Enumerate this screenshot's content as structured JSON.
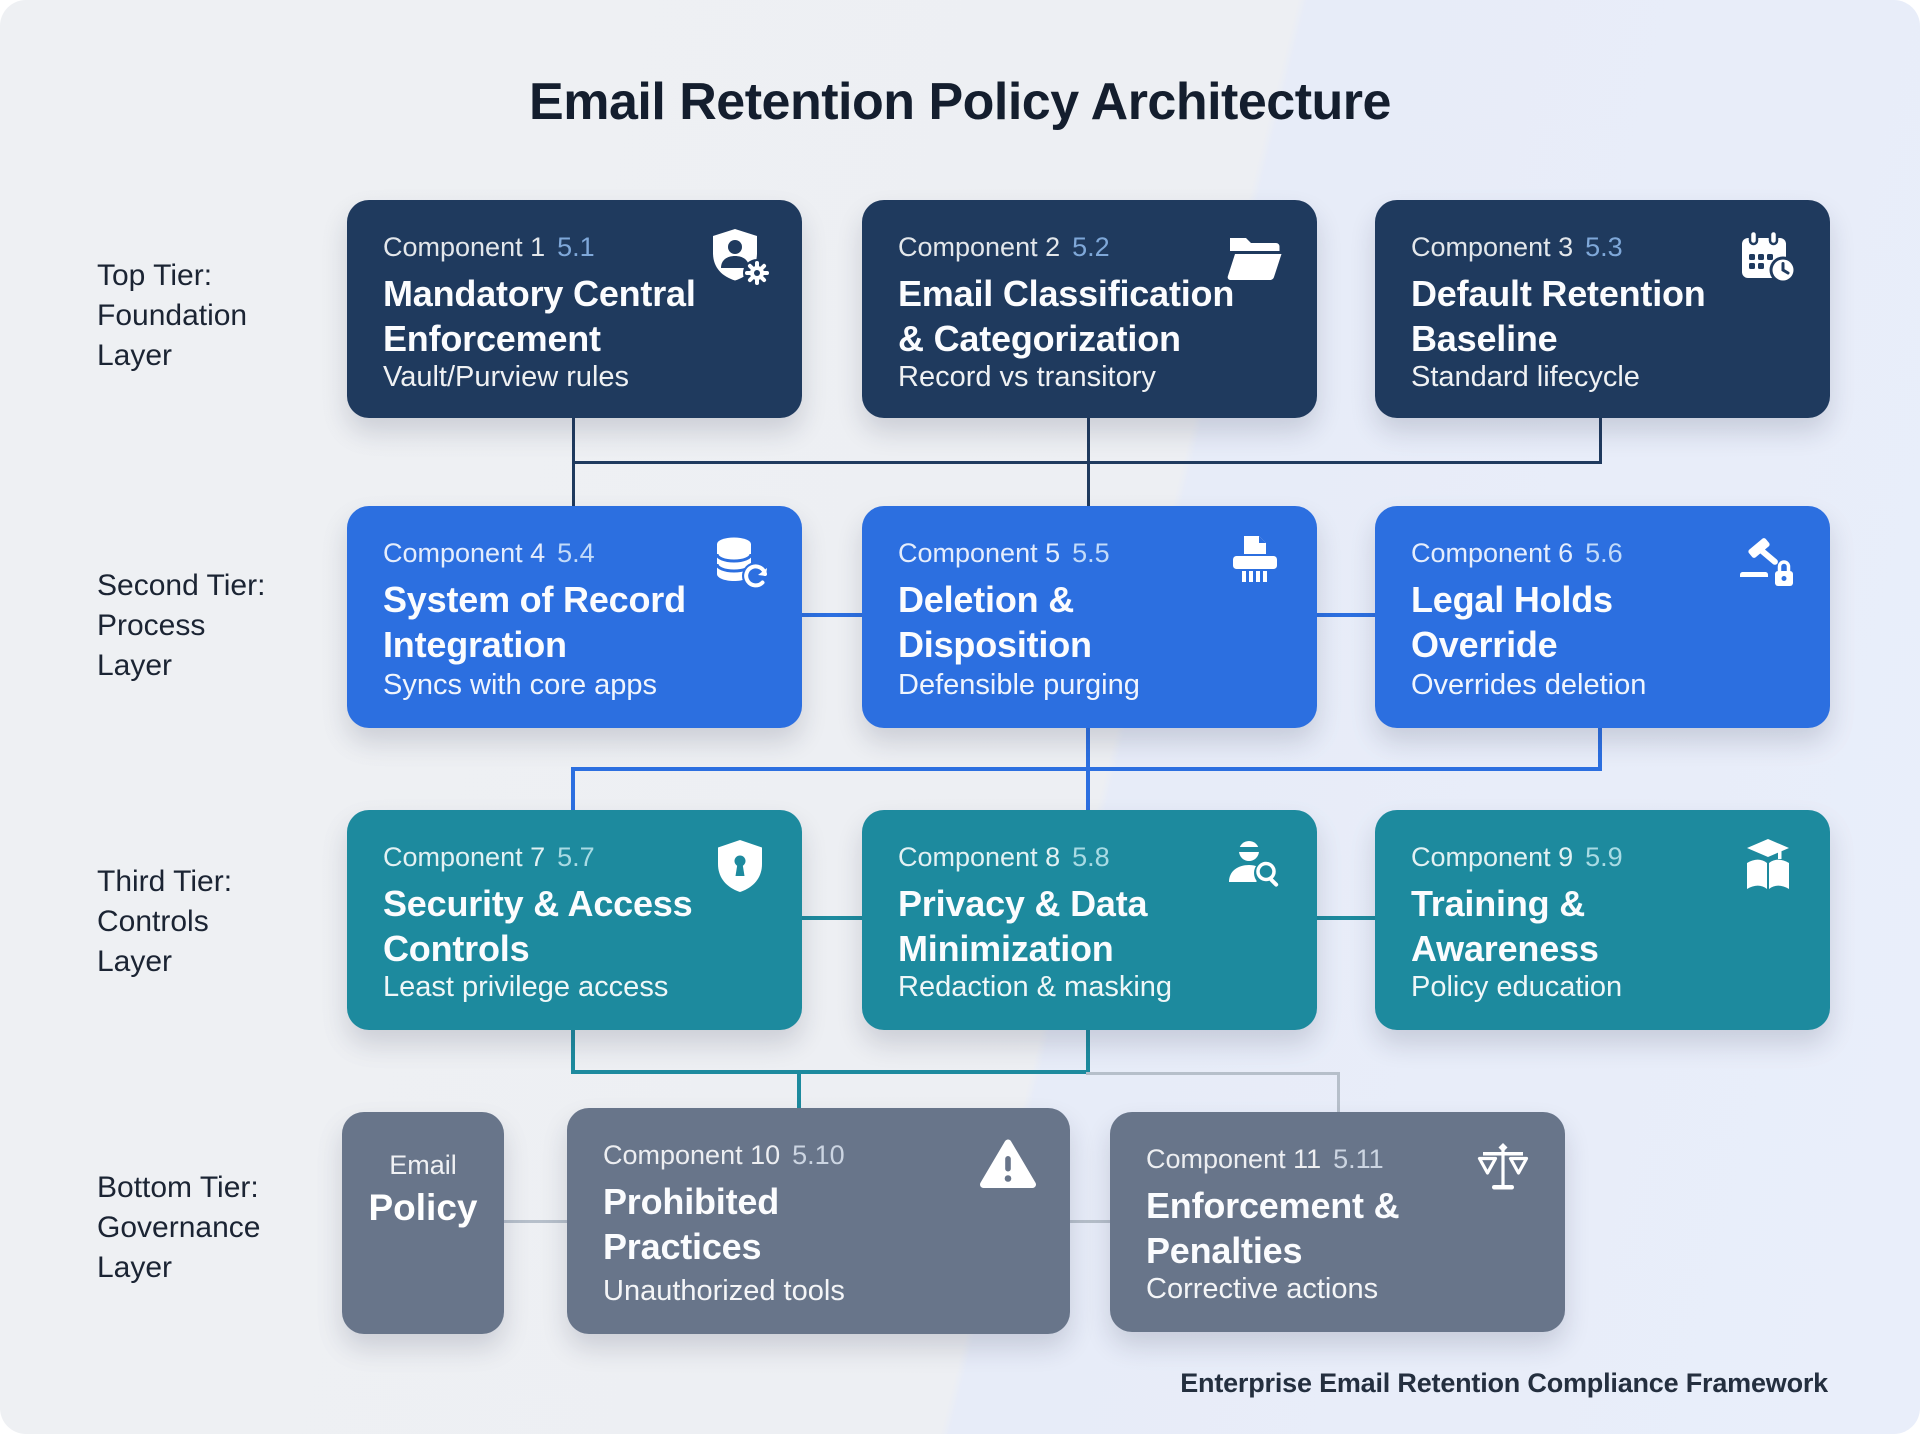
{
  "title": "Email Retention Policy Architecture",
  "footer": "Enterprise Email Retention Compliance Framework",
  "colors": {
    "background": "#edeff3",
    "background_highlight": "#e8ecf8",
    "tier_foundation": "#1f3a5e",
    "tier_process": "#2c6fe0",
    "tier_controls": "#1d8a9e",
    "tier_governance": "#68758a",
    "connector_gray": "#b6bfca",
    "title_text": "#141e2e"
  },
  "tiers": [
    {
      "label": "Top Tier:\nFoundation\nLayer"
    },
    {
      "label": "Second Tier:\nProcess\nLayer"
    },
    {
      "label": "Third Tier:\nControls\nLayer"
    },
    {
      "label": "Bottom Tier:\nGovernance\nLayer"
    }
  ],
  "components": [
    {
      "label": "Component 1",
      "code": "5.1",
      "title": "Mandatory Central\nEnforcement",
      "subtitle": "Vault/Purview rules",
      "icon": "shield-user-gear"
    },
    {
      "label": "Component 2",
      "code": "5.2",
      "title": "Email Classification\n& Categorization",
      "subtitle": "Record vs transitory",
      "icon": "open-folder"
    },
    {
      "label": "Component 3",
      "code": "5.3",
      "title": "Default Retention\nBaseline",
      "subtitle": "Standard lifecycle",
      "icon": "calendar-clock"
    },
    {
      "label": "Component 4",
      "code": "5.4",
      "title": "System of Record\nIntegration",
      "subtitle": "Syncs with core apps",
      "icon": "database-sync"
    },
    {
      "label": "Component 5",
      "code": "5.5",
      "title": "Deletion &\nDisposition",
      "subtitle": "Defensible purging",
      "icon": "shredder"
    },
    {
      "label": "Component 6",
      "code": "5.6",
      "title": "Legal Holds\nOverride",
      "subtitle": "Overrides deletion",
      "icon": "gavel-lock"
    },
    {
      "label": "Component 7",
      "code": "5.7",
      "title": "Security & Access\nControls",
      "subtitle": "Least privilege access",
      "icon": "shield-keyhole"
    },
    {
      "label": "Component 8",
      "code": "5.8",
      "title": "Privacy & Data\nMinimization",
      "subtitle": "Redaction & masking",
      "icon": "privacy-search"
    },
    {
      "label": "Component 9",
      "code": "5.9",
      "title": "Training &\nAwareness",
      "subtitle": "Policy education",
      "icon": "graduation-book"
    },
    {
      "label": "Component 10",
      "code": "5.10",
      "title": "Prohibited\nPractices",
      "subtitle": "Unauthorized tools",
      "icon": "warning-triangle"
    },
    {
      "label": "Component 11",
      "code": "5.11",
      "title": "Enforcement &\nPenalties",
      "subtitle": "Corrective actions",
      "icon": "scales"
    }
  ],
  "policy_box": {
    "line1": "Email",
    "line2": "Policy"
  }
}
